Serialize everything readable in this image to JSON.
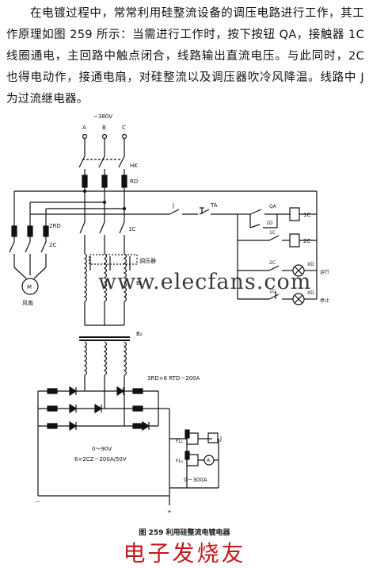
{
  "paragraph": "在电镀过程中，常常利用硅整流设备的调压电路进行工作，其工作原理如图 259 所示：当需进行工作时，按下按钮 QA，接触器 1C 线圈通电，主回路中触点闭合，线路输出直流电压。与此同时，2C 也得电动作，接通电扇，对硅整流以及调压器吹冷风降温。线路中 J 为过流继电器。",
  "diagram": {
    "voltage": "~380V",
    "phase_a": "A",
    "phase_b": "B",
    "phase_c": "C",
    "hk": "HK",
    "rd": "RD",
    "two_rd": "2RD",
    "two_c": "2C",
    "one_c": "1C",
    "fan": "风扇",
    "regulator": "调压器",
    "b1": "B₁",
    "b2": "B₂",
    "j_left": "J",
    "ta": "TA",
    "qa": "QA",
    "one_d": "1D",
    "one_c_coil": "1C",
    "two_c_coil": "2C",
    "one_c_aux": "1C",
    "two_c_aux": "2C",
    "xd_top": "XD",
    "xd_bottom": "XD",
    "one_c_nc": "1C",
    "run": "运行",
    "stop": "停止",
    "rectifier_spec": "3RD×6  RTD－200A",
    "range": "0～90V",
    "device_spec": "6×2CZ－200A/50V",
    "fl1": "FL₁",
    "fl2": "FL₂",
    "j_relay": "J",
    "ammeter": "A",
    "ammeter_range": "0－300A",
    "minus": "－",
    "plus": "+"
  },
  "caption": "图 259   利用硅整流电镀电器",
  "watermark_url": "www.elecfans.com",
  "watermark_cn": "电子发烧友"
}
